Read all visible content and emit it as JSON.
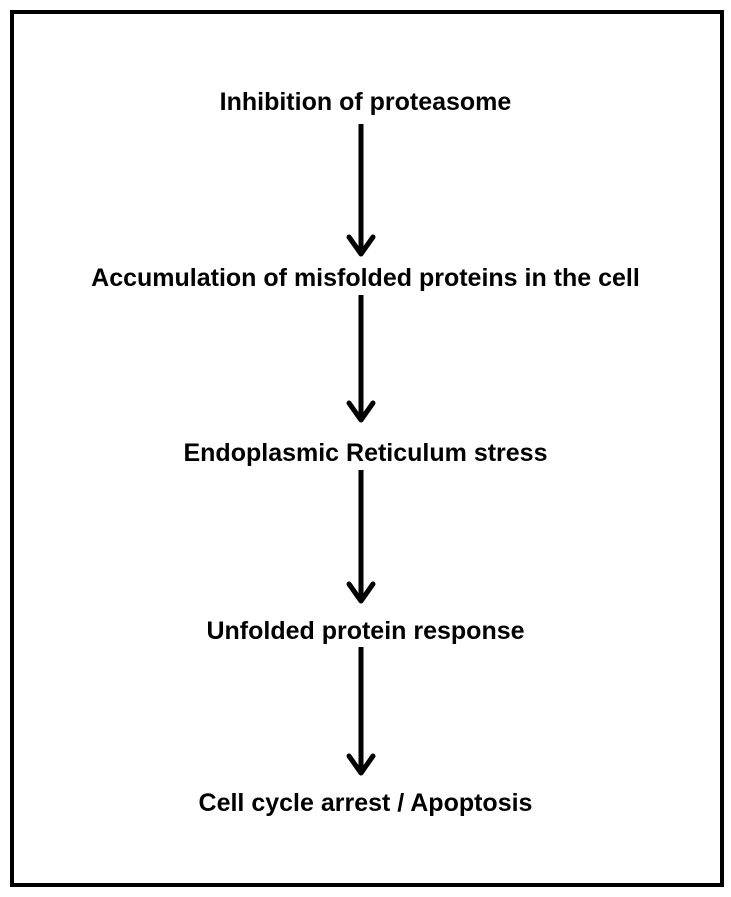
{
  "flowchart": {
    "steps": [
      "Inhibition of proteasome",
      "Accumulation of misfolded proteins in the cell",
      "Endoplasmic Reticulum stress",
      "Unfolded protein response",
      "Cell cycle arrest / Apoptosis"
    ],
    "colors": {
      "text": "#000000",
      "arrow": "#000000",
      "border": "#000000",
      "background": "#ffffff"
    }
  }
}
